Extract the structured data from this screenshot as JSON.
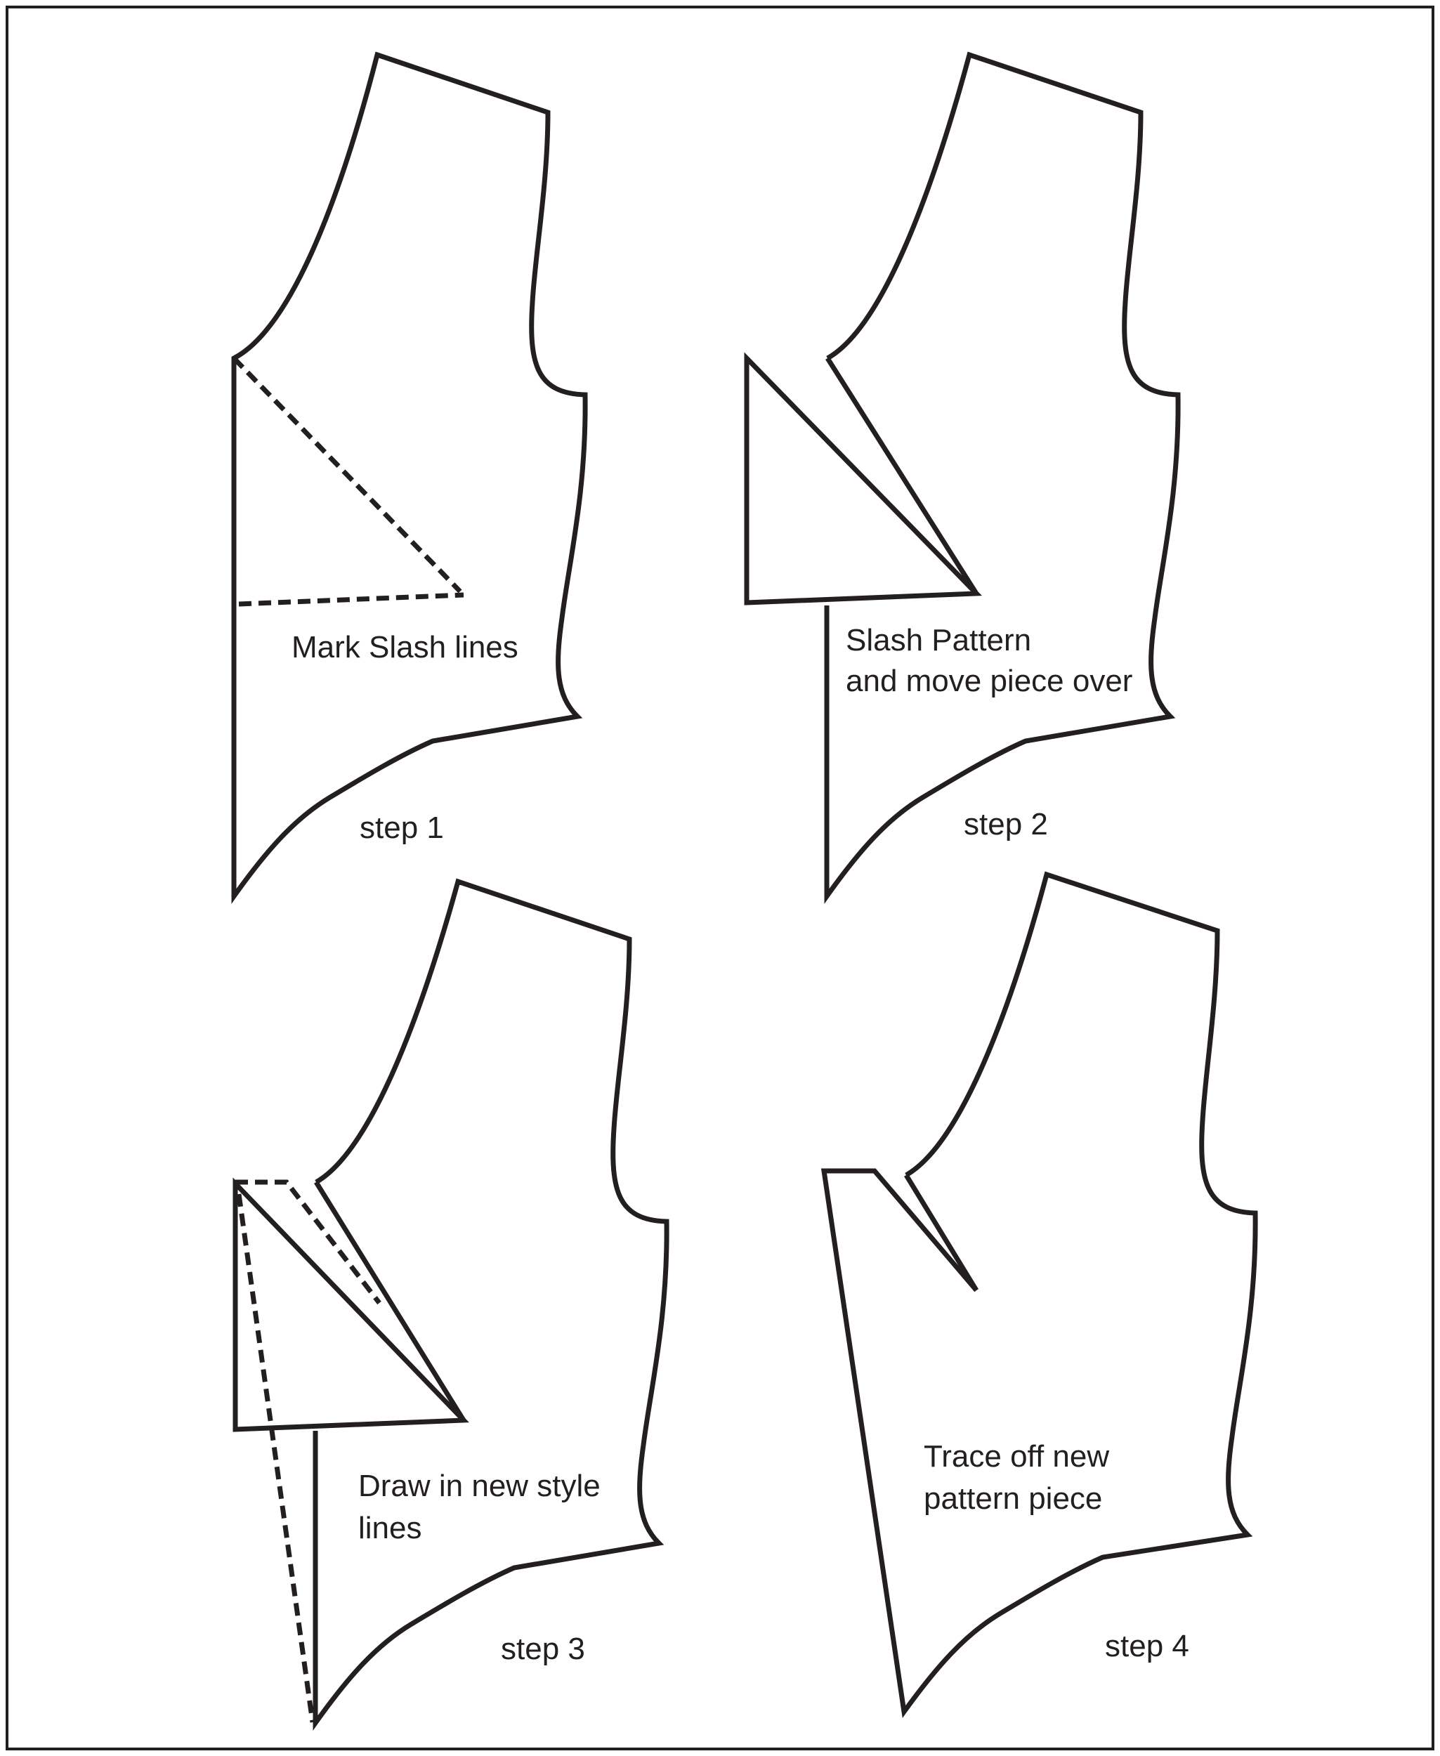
{
  "steps": [
    {
      "id": "step1",
      "step_label": "step 1",
      "caption": [
        "Mark Slash lines"
      ]
    },
    {
      "id": "step2",
      "step_label": "step 2",
      "caption": [
        "Slash Pattern",
        "and move piece over"
      ]
    },
    {
      "id": "step3",
      "step_label": "step 3",
      "caption": [
        "Draw in new style",
        "lines"
      ]
    },
    {
      "id": "step4",
      "step_label": "step 4",
      "caption": [
        "Trace off new",
        "pattern piece"
      ]
    }
  ],
  "colors": {
    "line": "#231f20",
    "frame": "#231f20",
    "background": "#ffffff"
  }
}
